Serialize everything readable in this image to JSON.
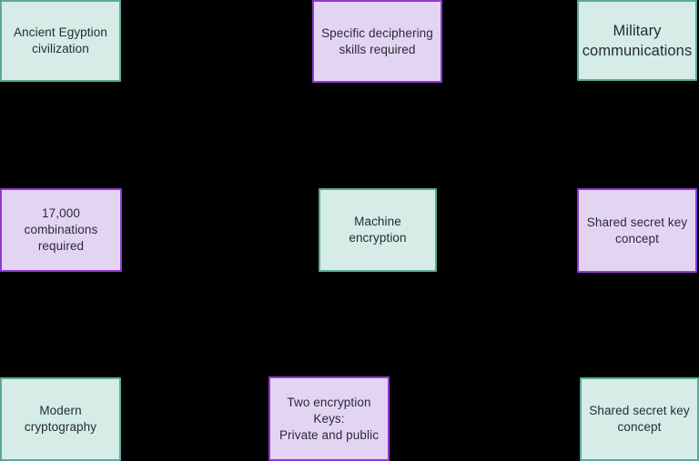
{
  "diagram": {
    "background_color": "#000000",
    "text_color": "#272c34",
    "node_styles": {
      "teal": {
        "fill": "#d5ece7",
        "border": "#5ba99b"
      },
      "purple": {
        "fill": "#e4d4f4",
        "border": "#8f39d3"
      }
    },
    "nodes": [
      {
        "id": "ancient-egyption-civilization",
        "label": "Ancient Egyption\ncivilization",
        "style": "teal"
      },
      {
        "id": "specific-deciphering-skills",
        "label": "Specific deciphering\nskills required",
        "style": "purple"
      },
      {
        "id": "military-communications",
        "label": "Military\ncommunications",
        "style": "teal"
      },
      {
        "id": "17000-combinations-required",
        "label": "17,000\ncombinations\nrequired",
        "style": "purple"
      },
      {
        "id": "machine-encryption",
        "label": "Machine\nencryption",
        "style": "teal"
      },
      {
        "id": "shared-secret-key-concept-1",
        "label": "Shared secret key\nconcept",
        "style": "purple"
      },
      {
        "id": "modern-cryptography",
        "label": "Modern\ncryptography",
        "style": "teal"
      },
      {
        "id": "two-encryption-keys",
        "label": "Two encryption\nKeys:\nPrivate and public",
        "style": "purple"
      },
      {
        "id": "shared-secret-key-concept-2",
        "label": "Shared secret key\nconcept",
        "style": "teal"
      }
    ]
  }
}
